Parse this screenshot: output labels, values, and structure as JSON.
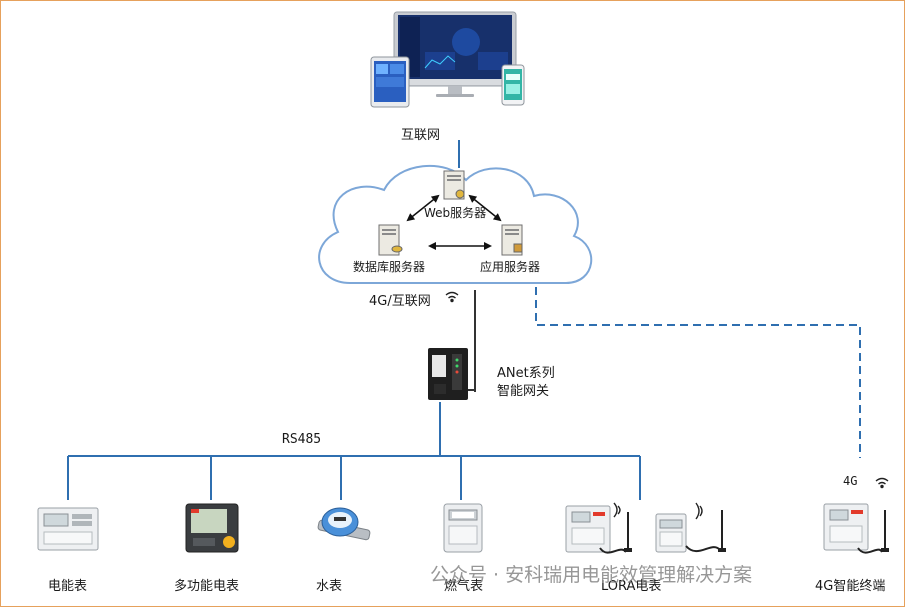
{
  "labels": {
    "internet": "互联网",
    "web_server": "Web服务器",
    "db_server": "数据库服务器",
    "app_server": "应用服务器",
    "net_4g_internet": "4G/互联网",
    "gateway_line1": "ANet系列",
    "gateway_line2": "智能网关",
    "rs485": "RS485",
    "net_4g": "4G"
  },
  "devices": [
    {
      "label": "电能表",
      "icon": "din-rail-meter-icon"
    },
    {
      "label": "多功能电表",
      "icon": "multifunction-meter-icon"
    },
    {
      "label": "水表",
      "icon": "water-meter-icon"
    },
    {
      "label": "燃气表",
      "icon": "gas-meter-icon"
    },
    {
      "label": "LORA电表",
      "icon": "lora-meter-icon"
    },
    {
      "label": "4G智能终端",
      "icon": "4g-terminal-icon"
    }
  ],
  "watermark": "公众号 · 安科瑞用电能效管理解决方案",
  "colors": {
    "line": "#2f6fb0",
    "dashed_line": "#2f6fb0",
    "border": "#e6a15c",
    "cloud_stroke": "#7da7d8"
  }
}
